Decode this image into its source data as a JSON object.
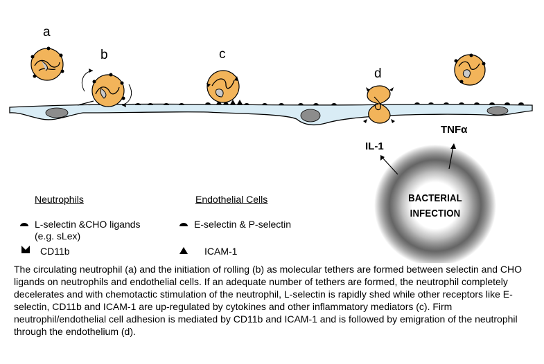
{
  "stage_labels": {
    "a": "a",
    "b": "b",
    "c": "c",
    "d": "d"
  },
  "cytokines": {
    "il1": "IL-1",
    "tnf": "TNFα"
  },
  "burst": {
    "line1": "BACTERIAL",
    "line2": "INFECTION"
  },
  "legend": {
    "neutrophils_heading": "Neutrophils",
    "endothelial_heading": "Endothelial Cells",
    "l_selectin_line1": "L-selectin &CHO ligands",
    "l_selectin_line2": "(e.g. sLex)",
    "cd11b": "CD11b",
    "e_p_selectin": "E-selectin & P-selectin",
    "icam1": "ICAM-1"
  },
  "caption": "The circulating neutrophil (a) and the initiation of rolling (b) as molecular tethers are formed between selectin and CHO ligands on neutrophils and endothelial cells.  If an adequate number of tethers are formed, the neutrophil completely decelerates and with chemotactic stimulation of the neutrophil, L-selectin is rapidly shed while other receptors like E-selectin, CD11b and ICAM-1 are up-regulated by cytokines and other inflammatory mediators (c). Firm neutrophil/endothelial cell adhesion is mediated by CD11b and ICAM-1 and is followed by emigration of the neutrophil through the endothelium (d).",
  "colors": {
    "neutrophil": "#F2B45A",
    "endothelium": "#D9ECF5",
    "nucleus_gray": "#8C8C8C",
    "burst": "#000000"
  }
}
